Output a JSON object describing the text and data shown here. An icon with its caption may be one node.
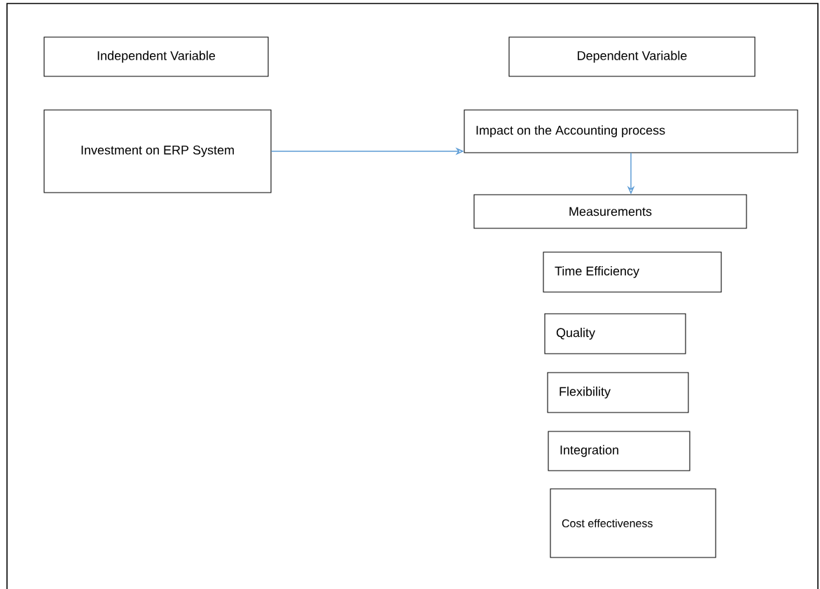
{
  "diagram": {
    "nodes": [
      {
        "text": [
          "Independent Variable"
        ]
      },
      {
        "text": [
          "Dependent Variable"
        ]
      },
      {
        "text": [
          "Investment on ERP System"
        ]
      },
      {
        "text": [
          "Impact on the Accounting process"
        ]
      },
      {
        "text": [
          "Measurements"
        ]
      },
      {
        "text": [
          "Time Efficiency"
        ]
      },
      {
        "text": [
          "Quality"
        ]
      },
      {
        "text": [
          "Flexibility"
        ]
      },
      {
        "text": [
          "Integration"
        ]
      },
      {
        "text": [
          "Cost effectiveness"
        ]
      }
    ],
    "edges": [
      {
        "from": 2,
        "to": 3,
        "arrow": "to"
      },
      {
        "from": 3,
        "to": 4,
        "arrow": "to"
      }
    ]
  }
}
